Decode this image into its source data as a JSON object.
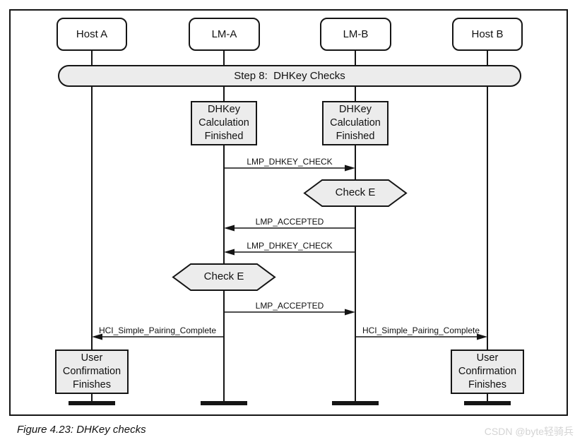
{
  "diagram": {
    "actors": [
      {
        "label": "Host A"
      },
      {
        "label": "LM-A"
      },
      {
        "label": "LM-B"
      },
      {
        "label": "Host B"
      }
    ],
    "step_banner": {
      "label": "Step 8:  DHKey Checks"
    },
    "state_boxes": [
      {
        "lifeline": "LM-A",
        "label": "DHKey\nCalculation\nFinished"
      },
      {
        "lifeline": "LM-B",
        "label": "DHKey\nCalculation\nFinished"
      }
    ],
    "decisions": [
      {
        "lifeline": "LM-B",
        "label": "Check E"
      },
      {
        "lifeline": "LM-A",
        "label": "Check E"
      }
    ],
    "messages": [
      {
        "label": "LMP_DHKEY_CHECK",
        "from": "LM-A",
        "to": "LM-B"
      },
      {
        "label": "LMP_ACCEPTED",
        "from": "LM-B",
        "to": "LM-A"
      },
      {
        "label": "LMP_DHKEY_CHECK",
        "from": "LM-B",
        "to": "LM-A"
      },
      {
        "label": "LMP_ACCEPTED",
        "from": "LM-A",
        "to": "LM-B"
      },
      {
        "label": "HCI_Simple_Pairing_Complete",
        "from": "LM-A",
        "to": "Host A"
      },
      {
        "label": "HCI_Simple_Pairing_Complete",
        "from": "LM-B",
        "to": "Host B"
      }
    ],
    "end_boxes": [
      {
        "lifeline": "Host A",
        "label": "User\nConfirmation\nFinishes"
      },
      {
        "lifeline": "Host B",
        "label": "User\nConfirmation\nFinishes"
      }
    ],
    "caption": "Figure 4.23: DHKey checks",
    "watermark": "CSDN @byte轻骑兵",
    "colors": {
      "shape_fill": "#ececec",
      "stroke": "#151515",
      "watermark": "#d4d4d4"
    }
  }
}
